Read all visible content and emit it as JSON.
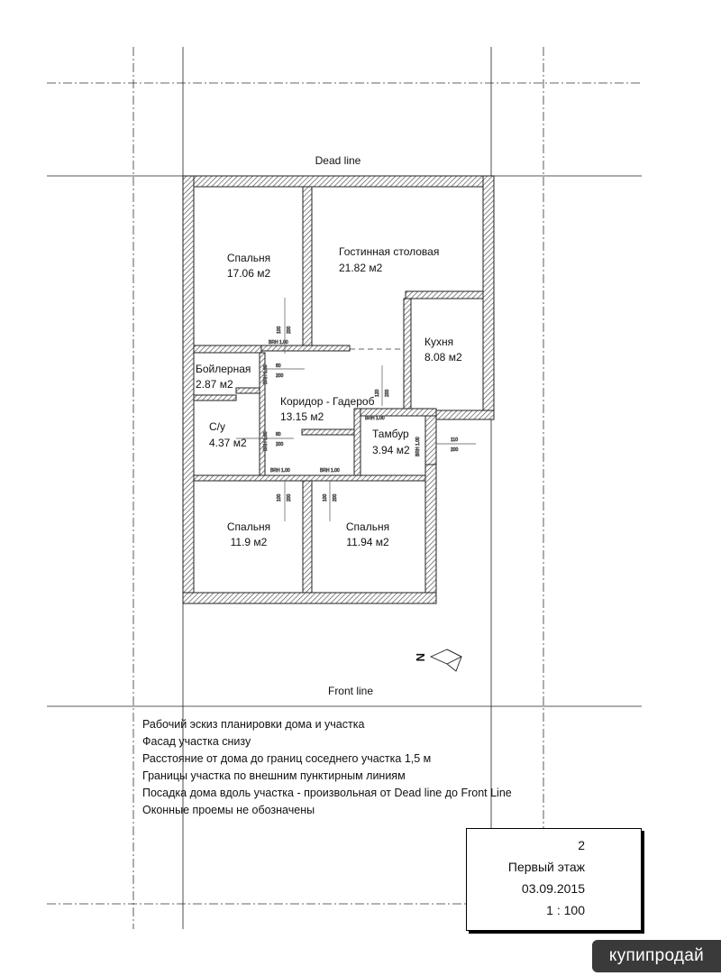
{
  "plan": {
    "dead_line": "Dead line",
    "front_line": "Front line",
    "rooms": [
      {
        "name": "Спальня",
        "area": "17.06 м2"
      },
      {
        "name": "Гостинная столовая",
        "area": "21.82 м2"
      },
      {
        "name": "Кухня",
        "area": "8.08 м2"
      },
      {
        "name": "Бойлерная",
        "area": "2.87 м2"
      },
      {
        "name": "Коридор - Гадероб",
        "area": "13.15 м2"
      },
      {
        "name": "С/у",
        "area": "4.37 м2"
      },
      {
        "name": "Тамбур",
        "area": "3.94 м2"
      },
      {
        "name": "Спальня",
        "area": "11.9 м2"
      },
      {
        "name": "Спальня",
        "area": "11.94 м2"
      }
    ],
    "door_marks": {
      "brh": "BRH 1.00",
      "brh_short": "BRH 1.00",
      "d100": "100",
      "d200": "200",
      "d80": "80",
      "d120": "120",
      "d110": "110"
    },
    "north": "N"
  },
  "notes": [
    "Рабочий эскиз планировки дома и участка",
    "Фасад участка снизу",
    "Расстояние от дома до границ соседнего участка 1,5 м",
    "Границы участка по внешним пунктирным линиям",
    "Посадка дома вдоль участка - произвольная от Dead line до Front Line",
    "Оконные проемы не обозначены"
  ],
  "stamp": {
    "sheet": "2",
    "title": "Первый этаж",
    "date": "03.09.2015",
    "scale": "1 : 100"
  },
  "watermark": "купипродай"
}
